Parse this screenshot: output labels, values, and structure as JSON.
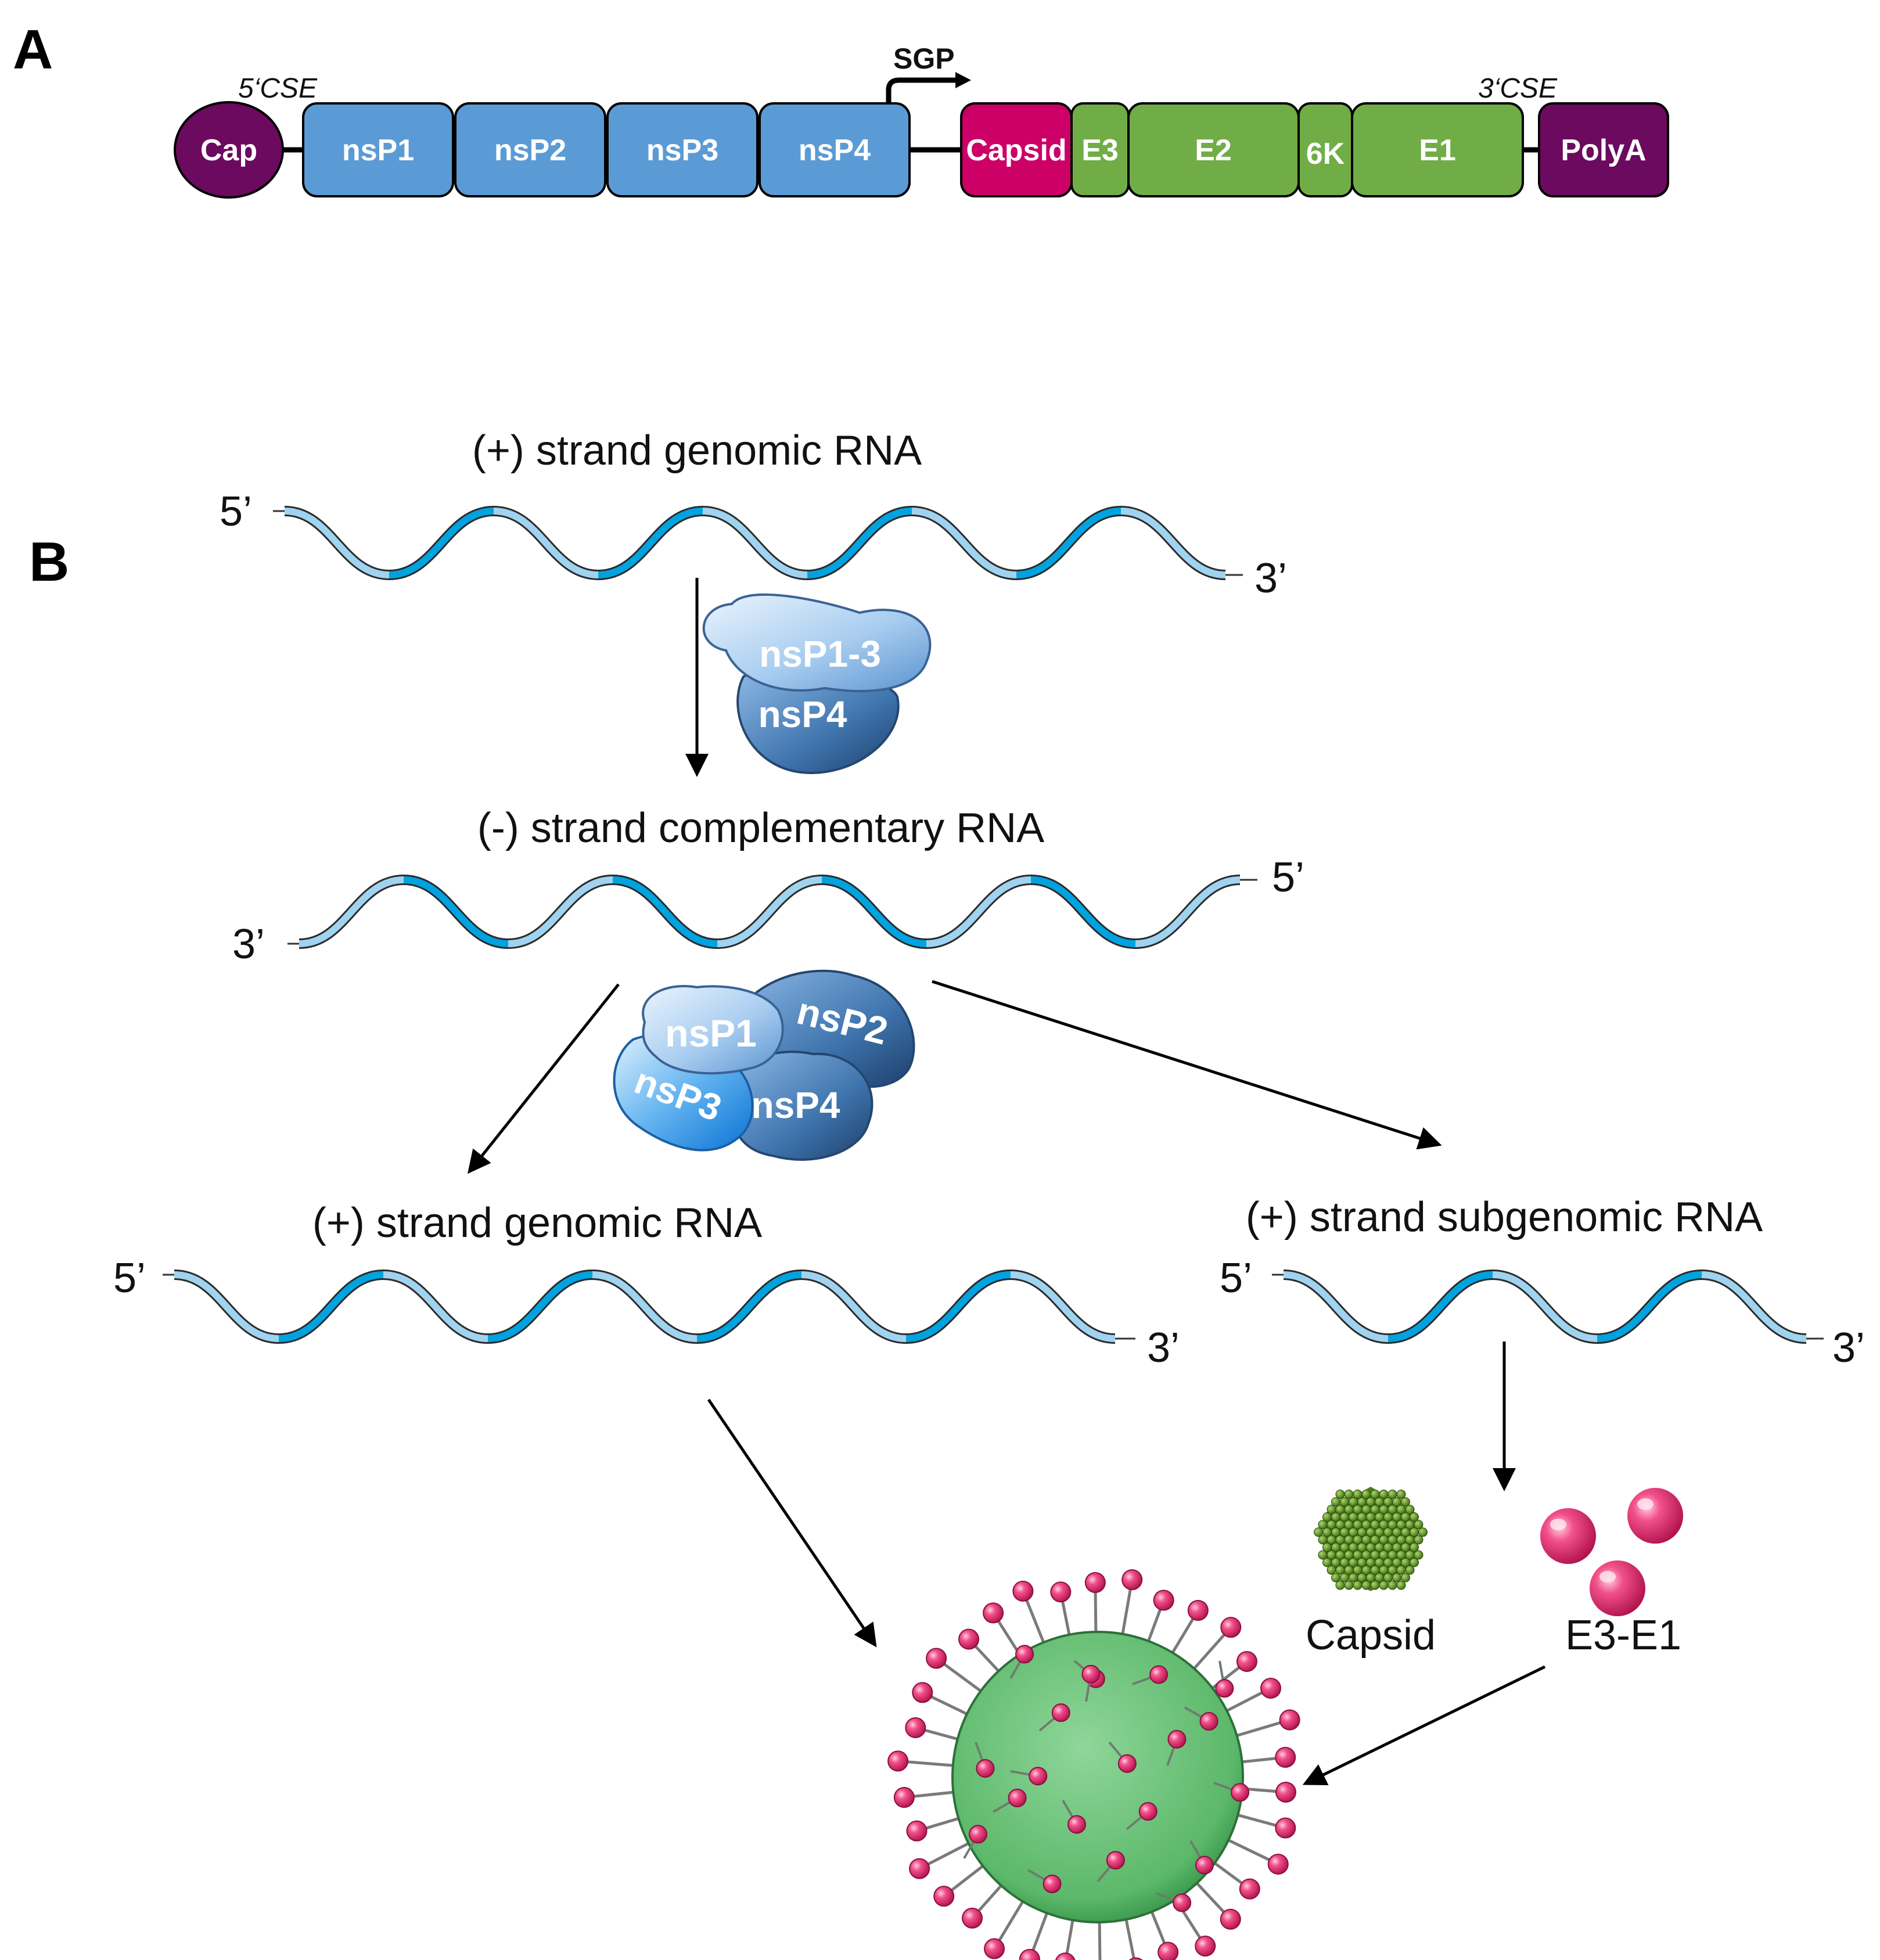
{
  "panels": {
    "a": "A",
    "b": "B"
  },
  "genome": {
    "cap": "Cap",
    "cse5": "5‘CSE",
    "cse3": "3‘CSE",
    "sgp": "SGP",
    "segments": {
      "nsp1": "nsP1",
      "nsp2": "nsP2",
      "nsp3": "nsP3",
      "nsp4": "nsP4",
      "capsid": "Capsid",
      "e3": "E3",
      "e2": "E2",
      "k6": "6K",
      "e1": "E1",
      "polya": "PolyA"
    }
  },
  "colors": {
    "nonstructural": "#5b9bd5",
    "capsid": "#cc0066",
    "envelope": "#70ad47",
    "cap_polya": "#6b0a5e",
    "rna_light": "#9fd3ef",
    "rna_dark": "#00a3e0",
    "virion": "#5cb86a",
    "spike": "#e5306e"
  },
  "pathway": {
    "top_title": "(+) strand genomic RNA",
    "neg_title": "(-) strand complementary RNA",
    "left_title": "(+) strand genomic RNA",
    "right_title": "(+) strand subgenomic RNA",
    "end5": "5’",
    "end3": "3’",
    "complex1": {
      "top": "nsP1-3",
      "bottom": "nsP4"
    },
    "complex2": {
      "p1": "nsP1",
      "p2": "nsP2",
      "p3": "nsP3",
      "p4": "nsP4"
    },
    "capsid_label": "Capsid",
    "envelope_label": "E3-E1"
  }
}
